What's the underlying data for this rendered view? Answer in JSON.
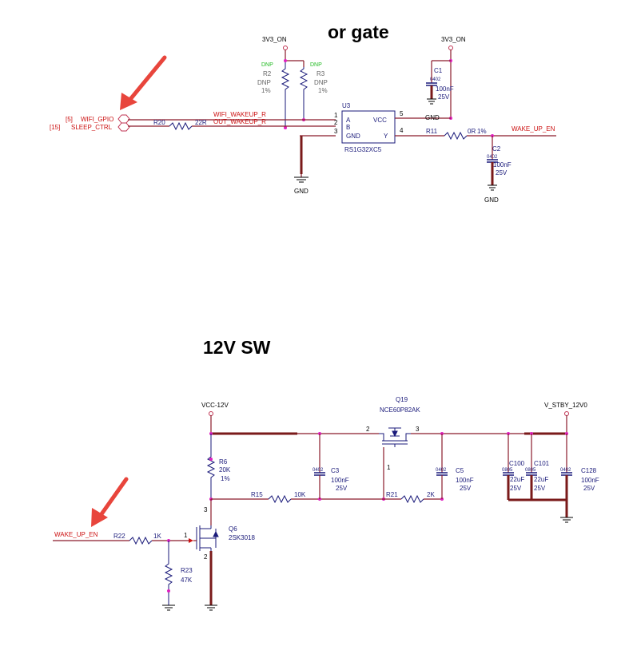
{
  "titles": {
    "or_gate": "or gate",
    "sw12": "12V SW"
  },
  "or_gate": {
    "rail_left": "3V3_ON",
    "rail_right": "3V3_ON",
    "r2": {
      "mark": "DNP",
      "ref": "R2",
      "value": "DNP",
      "tol": "1%"
    },
    "r3": {
      "mark": "DNP",
      "ref": "R3",
      "value": "DNP",
      "tol": "1%"
    },
    "c1": {
      "ref": "C1",
      "pkg": "0402",
      "value": "100nF",
      "volt": "25V"
    },
    "c2": {
      "ref": "C2",
      "pkg": "0402",
      "value": "100nF",
      "volt": "25V"
    },
    "gnd": [
      "GND",
      "GND",
      "GND"
    ],
    "u3": {
      "ref": "U3",
      "part": "RS1G32XC5",
      "a": "A",
      "b": "B",
      "gnd": "GND",
      "vcc": "VCC",
      "y": "Y"
    },
    "pins": {
      "p1": "1",
      "p2": "2",
      "p3": "3",
      "p4": "4",
      "p5": "5"
    },
    "ports": {
      "wifi_idx": "[5]",
      "wifi": "WIFI_GPIO",
      "sleep_idx": "[15]",
      "sleep": "SLEEP_CTRL"
    },
    "nets": {
      "wake_r": "WIFI_WAKEUP_R",
      "out_wake_r": "OUT_WAKEUP_R",
      "wake_en": "WAKE_UP_EN"
    },
    "r20": {
      "ref": "R20",
      "value": "22R"
    },
    "r11": {
      "ref": "R11",
      "value": "0R",
      "tol": "1%"
    }
  },
  "sw12": {
    "vcc": "VCC-12V",
    "vout": "V_STBY_12V0",
    "q19": {
      "ref": "Q19",
      "part": "NCE60P82AK",
      "pin1": "1",
      "pin2": "2",
      "pin3": "3"
    },
    "r6": {
      "ref": "R6",
      "value": "20K",
      "tol": "1%"
    },
    "r15": {
      "ref": "R15",
      "value": "10K"
    },
    "r21": {
      "ref": "R21",
      "value": "2K"
    },
    "c3": {
      "ref": "C3",
      "pkg": "0402",
      "value": "100nF",
      "volt": "25V"
    },
    "c5": {
      "ref": "C5",
      "pkg": "0402",
      "value": "100nF",
      "volt": "25V"
    },
    "c100": {
      "ref": "C100",
      "pkg": "0805",
      "value": "22uF",
      "volt": "25V"
    },
    "c101": {
      "ref": "C101",
      "pkg": "0805",
      "value": "22uF",
      "volt": "25V"
    },
    "c128": {
      "ref": "C128",
      "pkg": "0402",
      "value": "100nF",
      "volt": "25V"
    },
    "q6": {
      "ref": "Q6",
      "part": "2SK3018",
      "pin1": "1",
      "pin2": "2",
      "pin3": "3"
    },
    "wake_en": "WAKE_UP_EN",
    "r22": {
      "ref": "R22",
      "value": "1K"
    },
    "r23": {
      "ref": "R23",
      "value": "47K"
    }
  },
  "colors": {
    "wire": "#8a1a2a",
    "net_label": "#cc1111",
    "component": "#1a1a7a",
    "junction": "#e020c0",
    "arrow": "#e8453c"
  }
}
